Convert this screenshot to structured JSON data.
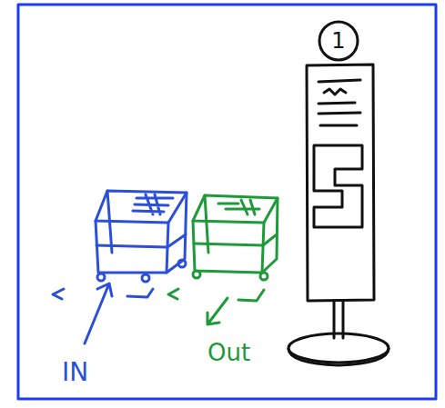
{
  "diagram": {
    "nodes": [
      {
        "text": [
          "1"
        ]
      }
    ],
    "labels": [
      "IN",
      "Out"
    ]
  }
}
